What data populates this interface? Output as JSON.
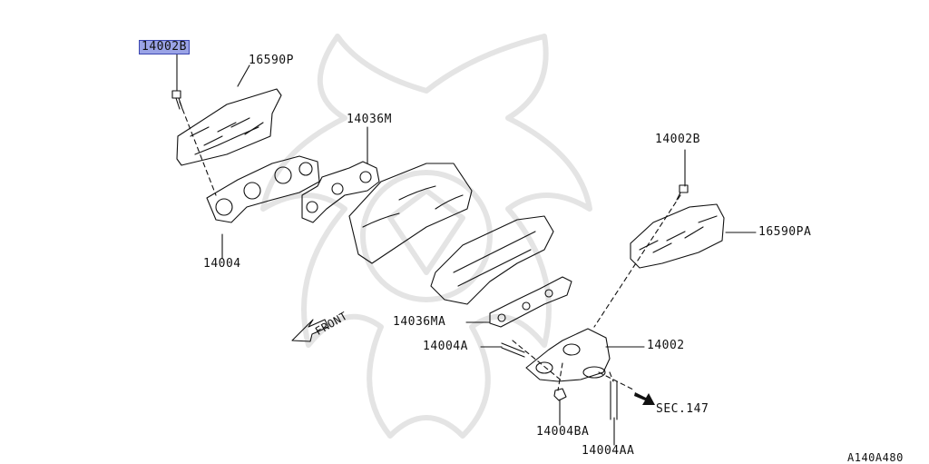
{
  "diagram": {
    "labels": {
      "bolt_left": "14002B",
      "cover_left": "16590P",
      "gasket_left": "14036M",
      "manifold_left": "14004",
      "front": "FRONT",
      "gasket_right": "14036MA",
      "stud_left": "14004A",
      "manifold_right": "14002",
      "bolt_right": "14002B",
      "cover_right": "16590PA",
      "sec": "SEC.147",
      "nut": "14004BA",
      "stud_right": "14004AA",
      "code": "A140A480"
    },
    "highlight_color": "#9aa3e6",
    "watermark_color": "#e4e4e4"
  }
}
